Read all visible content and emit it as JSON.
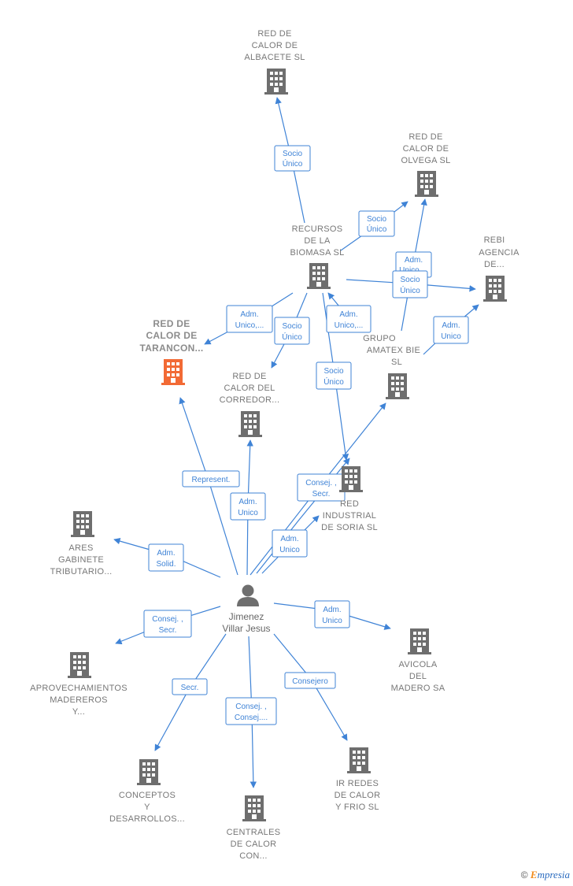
{
  "person": {
    "name_lines": [
      "Jimenez",
      "Villar Jesus"
    ]
  },
  "companies": {
    "red_albacete": {
      "lines": [
        "RED DE",
        "CALOR DE",
        "ALBACETE  SL"
      ],
      "highlight": false
    },
    "red_olvega": {
      "lines": [
        "RED DE",
        "CALOR DE",
        "OLVEGA  SL"
      ],
      "highlight": false
    },
    "recursos": {
      "lines": [
        "RECURSOS",
        "DE LA",
        "BIOMASA SL"
      ],
      "highlight": false
    },
    "rebi": {
      "lines": [
        "REBI",
        "AGENCIA",
        "DE..."
      ],
      "highlight": false
    },
    "red_tarancon": {
      "lines": [
        "RED DE",
        "CALOR DE",
        "TARANCON..."
      ],
      "highlight": true
    },
    "red_corredor": {
      "lines": [
        "RED DE",
        "CALOR DEL",
        "CORREDOR..."
      ],
      "highlight": false
    },
    "grupo_amatex": {
      "lines": [
        "GRUPO",
        "AMATEX BIE",
        "SL"
      ],
      "highlight": false
    },
    "red_soria": {
      "lines": [
        "RED",
        "INDUSTRIAL",
        "DE SORIA  SL"
      ],
      "highlight": false
    },
    "ares": {
      "lines": [
        "ARES",
        "GABINETE",
        "TRIBUTARIO..."
      ],
      "highlight": false
    },
    "aprovech": {
      "lines": [
        "APROVECHAMIENTOS",
        "MADEREROS",
        "Y..."
      ],
      "highlight": false
    },
    "avicola": {
      "lines": [
        "AVICOLA",
        "DEL",
        "MADERO SA"
      ],
      "highlight": false
    },
    "conceptos": {
      "lines": [
        "CONCEPTOS",
        "Y",
        "DESARROLLOS..."
      ],
      "highlight": false
    },
    "centrales": {
      "lines": [
        "CENTRALES",
        "DE CALOR",
        "CON..."
      ],
      "highlight": false
    },
    "ir_redes": {
      "lines": [
        "IR REDES",
        "DE CALOR",
        "Y FRIO  SL"
      ],
      "highlight": false
    }
  },
  "edges": [
    {
      "id": "e_albacete",
      "label": [
        "Socio",
        "Único"
      ]
    },
    {
      "id": "e_olvega_socio",
      "label": [
        "Socio",
        "Único"
      ]
    },
    {
      "id": "e_olvega_adm",
      "label": [
        "Adm.",
        "Unico,..."
      ]
    },
    {
      "id": "e_rebi_socio",
      "label": [
        "Socio",
        "Único"
      ]
    },
    {
      "id": "e_tarancon_adm",
      "label": [
        "Adm.",
        "Unico,..."
      ]
    },
    {
      "id": "e_corredor_socio",
      "label": [
        "Socio",
        "Único"
      ]
    },
    {
      "id": "e_amatex_adm",
      "label": [
        "Adm.",
        "Unico,..."
      ]
    },
    {
      "id": "e_soria_socio",
      "label": [
        "Socio",
        "Único"
      ]
    },
    {
      "id": "e_rebi_adm",
      "label": [
        "Adm.",
        "Unico"
      ]
    },
    {
      "id": "e_tarancon_rep",
      "label": [
        "Represent."
      ]
    },
    {
      "id": "e_corredor_adm",
      "label": [
        "Adm.",
        "Unico"
      ]
    },
    {
      "id": "e_soria_consej",
      "label": [
        "Consej. ,",
        "Secr."
      ]
    },
    {
      "id": "e_amatex_adm2",
      "label": [
        "Adm.",
        "Unico"
      ]
    },
    {
      "id": "e_ares",
      "label": [
        "Adm.",
        "Solid."
      ]
    },
    {
      "id": "e_aprovech",
      "label": [
        "Consej. ,",
        "Secr."
      ]
    },
    {
      "id": "e_avicola",
      "label": [
        "Adm.",
        "Unico"
      ]
    },
    {
      "id": "e_conceptos",
      "label": [
        "Secr."
      ]
    },
    {
      "id": "e_centrales",
      "label": [
        "Consej. ,",
        "Consej...."
      ]
    },
    {
      "id": "e_ir",
      "label": [
        "Consejero"
      ]
    }
  ],
  "footer": {
    "copyright": "©",
    "brand_first": "E",
    "brand_rest": "mpresia"
  },
  "colors": {
    "edge": "#3f83d6",
    "building": "#6e6e6e",
    "highlight": "#f26a35",
    "person": "#6e6e6e"
  }
}
